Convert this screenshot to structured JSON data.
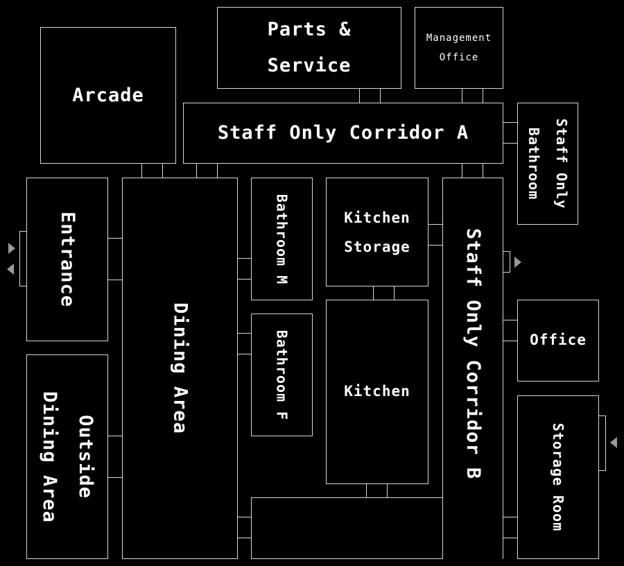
{
  "rooms": {
    "parts_service_l1": "Parts &",
    "parts_service_l2": "Service",
    "management_l1": "Management",
    "management_l2": "Office",
    "arcade": "Arcade",
    "corridor_a": "Staff Only Corridor A",
    "staff_bathroom_l1": "Staff Only",
    "staff_bathroom_l2": "Bathroom",
    "entrance": "Entrance",
    "dining_area": "Dining Area",
    "bathroom_m": "Bathroom M",
    "bathroom_f": "Bathroom F",
    "kitchen_storage_l1": "Kitchen",
    "kitchen_storage_l2": "Storage",
    "kitchen": "Kitchen",
    "corridor_b": "Staff Only Corridor B",
    "office": "Office",
    "storage_room": "Storage Room",
    "outside_dining_l1": "Outside",
    "outside_dining_l2": "Dining Area"
  },
  "colors": {
    "background": "#000000",
    "wall": "#d8d8d8",
    "text": "#ffffff",
    "arrow": "#9a9a9a"
  },
  "icons": [
    "arrow-right-icon",
    "arrow-left-icon"
  ]
}
